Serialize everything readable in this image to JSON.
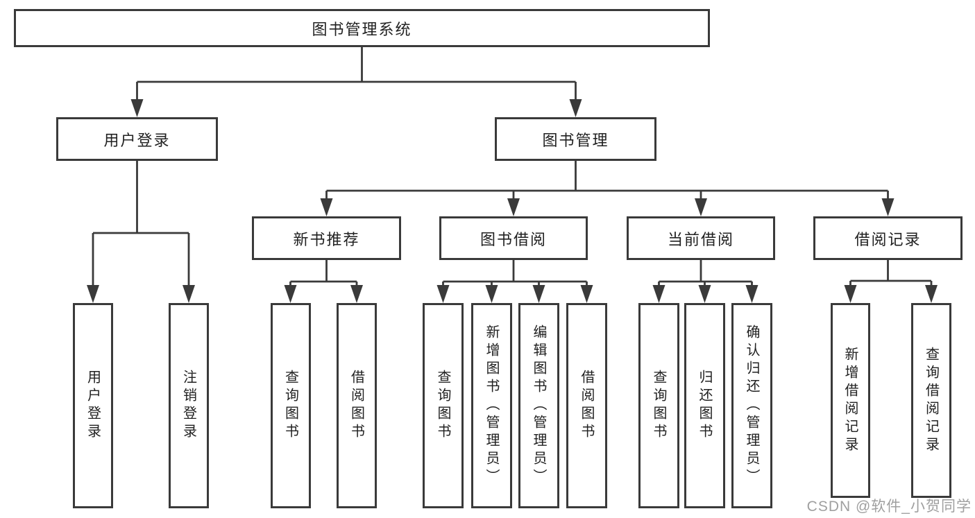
{
  "diagram": {
    "root": "图书管理系统",
    "level2": {
      "user_login": "用户登录",
      "book_management": "图书管理"
    },
    "level3": {
      "new_book_recommendation": "新书推荐",
      "book_borrowing": "图书借阅",
      "current_borrowing": "当前借阅",
      "borrowing_records": "借阅记录"
    },
    "leaves": {
      "user_login": "用户登录",
      "logout_login": "注销登录",
      "recommend_query_book": "查询图书",
      "recommend_borrow_book": "借阅图书",
      "borrow_query_book": "查询图书",
      "borrow_add_book_admin": "新增图书（管理员）",
      "borrow_edit_book_admin": "编辑图书（管理员）",
      "borrow_borrow_book": "借阅图书",
      "current_query_book": "查询图书",
      "current_return_book": "归还图书",
      "current_confirm_return_admin": "确认归还（管理员）",
      "records_add_record": "新增借阅记录",
      "records_query_record": "查询借阅记录"
    },
    "edges": [
      [
        "图书管理系统",
        "用户登录"
      ],
      [
        "图书管理系统",
        "图书管理"
      ],
      [
        "用户登录",
        "用户登录"
      ],
      [
        "用户登录",
        "注销登录"
      ],
      [
        "图书管理",
        "新书推荐"
      ],
      [
        "图书管理",
        "图书借阅"
      ],
      [
        "图书管理",
        "当前借阅"
      ],
      [
        "图书管理",
        "借阅记录"
      ],
      [
        "新书推荐",
        "查询图书"
      ],
      [
        "新书推荐",
        "借阅图书"
      ],
      [
        "图书借阅",
        "查询图书"
      ],
      [
        "图书借阅",
        "新增图书（管理员）"
      ],
      [
        "图书借阅",
        "编辑图书（管理员）"
      ],
      [
        "图书借阅",
        "借阅图书"
      ],
      [
        "当前借阅",
        "查询图书"
      ],
      [
        "当前借阅",
        "归还图书"
      ],
      [
        "当前借阅",
        "确认归还（管理员）"
      ],
      [
        "借阅记录",
        "新增借阅记录"
      ],
      [
        "借阅记录",
        "查询借阅记录"
      ]
    ]
  },
  "watermark": "CSDN @软件_小贺同学",
  "colors": {
    "line": "#3a3a3a",
    "text": "#212121",
    "watermark": "#9f9f9f",
    "background": "#ffffff"
  }
}
